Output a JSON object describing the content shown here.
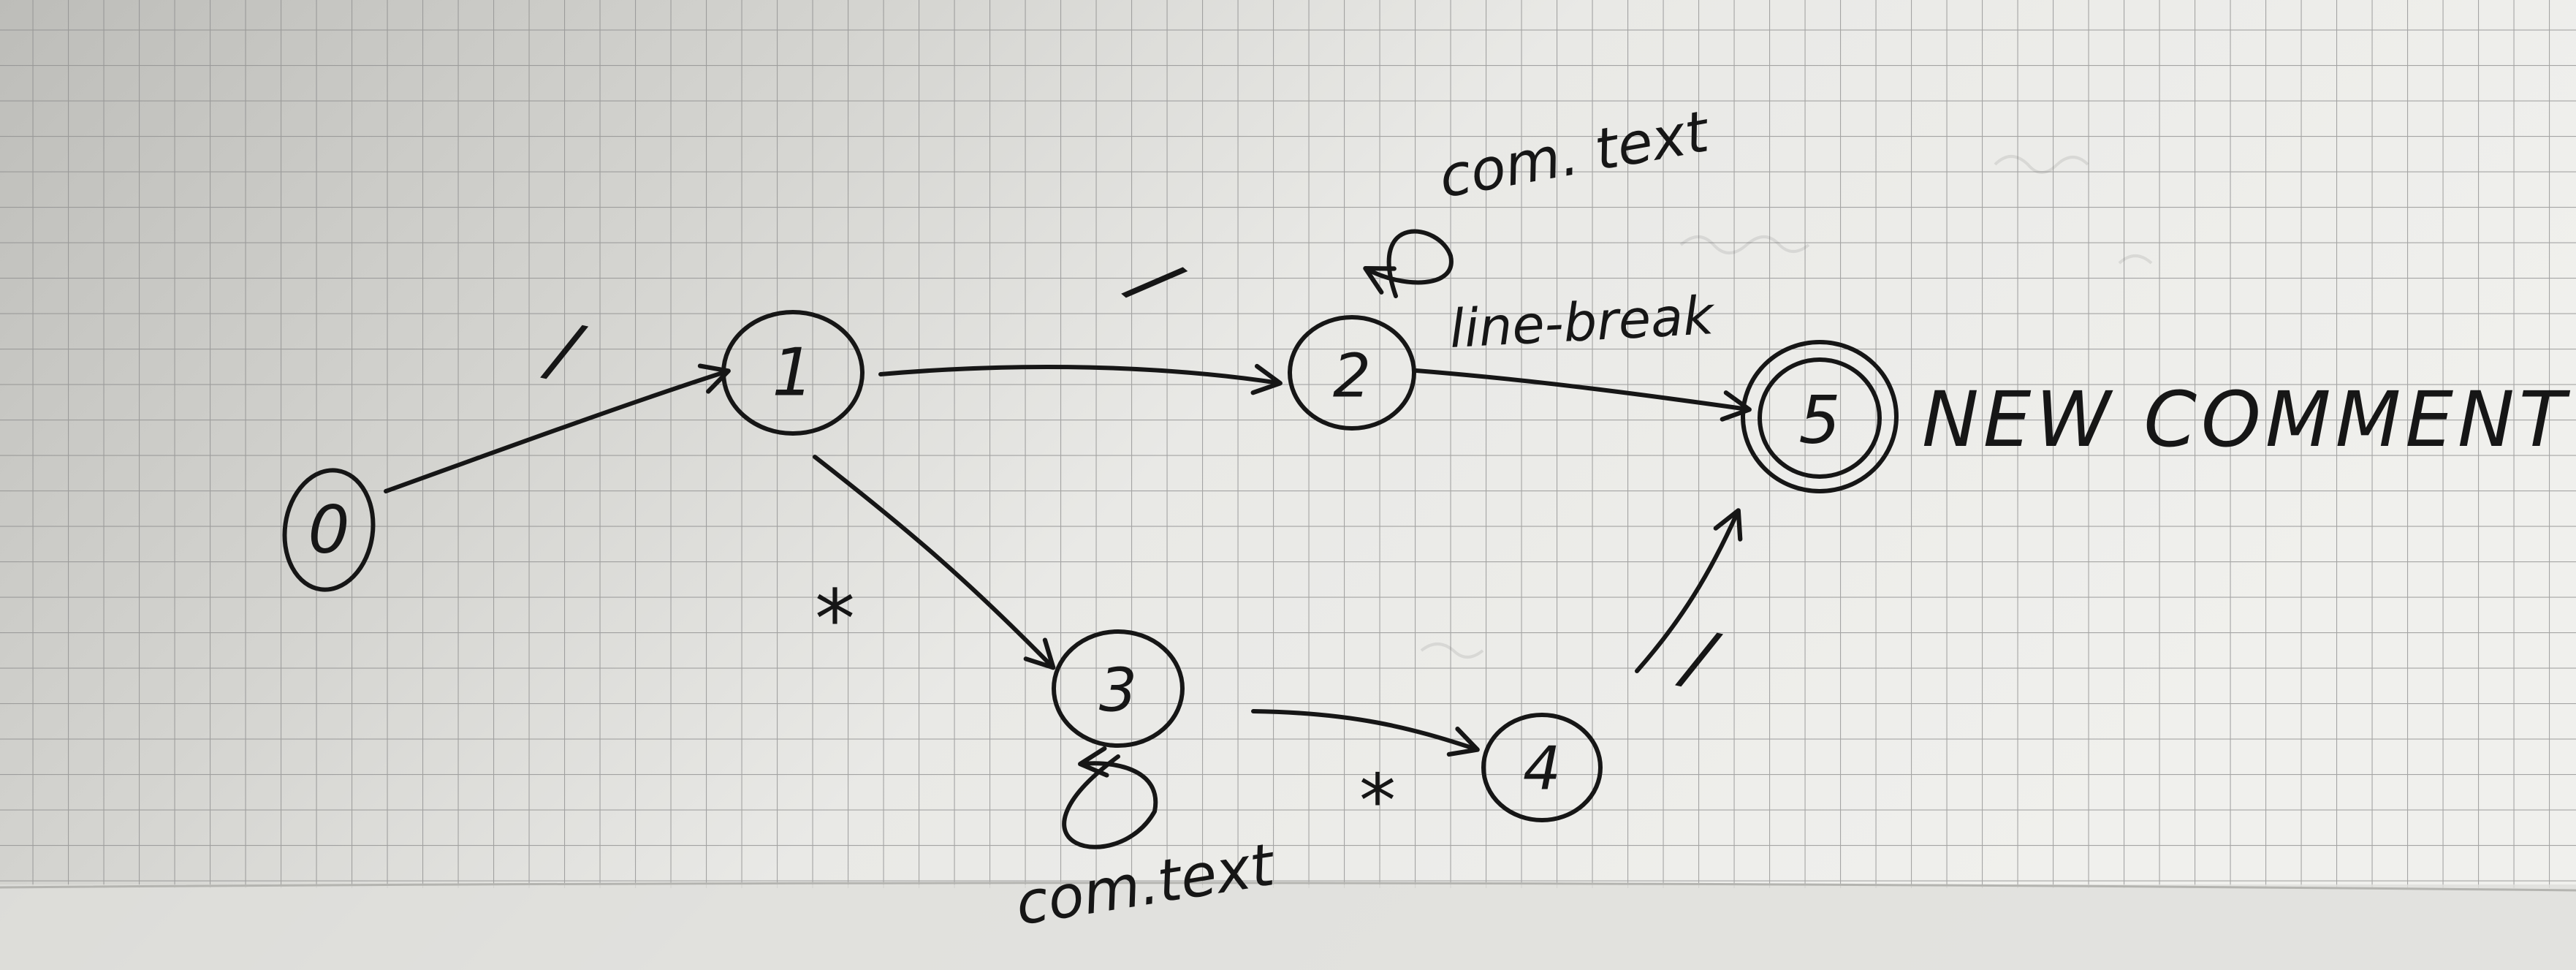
{
  "diagram": {
    "type": "state-machine",
    "states": [
      {
        "id": "s0",
        "label": "0",
        "accepting": false
      },
      {
        "id": "s1",
        "label": "1",
        "accepting": false
      },
      {
        "id": "s2",
        "label": "2",
        "accepting": false
      },
      {
        "id": "s3",
        "label": "3",
        "accepting": false
      },
      {
        "id": "s4",
        "label": "4",
        "accepting": false
      },
      {
        "id": "s5",
        "label": "5",
        "accepting": true
      }
    ],
    "transitions": [
      {
        "from": "0",
        "to": "1",
        "label": "/"
      },
      {
        "from": "1",
        "to": "2",
        "label": "/"
      },
      {
        "from": "1",
        "to": "3",
        "label": "*"
      },
      {
        "from": "2",
        "to": "2",
        "label": "com. text"
      },
      {
        "from": "2",
        "to": "5",
        "label": "line-break"
      },
      {
        "from": "3",
        "to": "3",
        "label": "com.text"
      },
      {
        "from": "3",
        "to": "4",
        "label": "*"
      },
      {
        "from": "4",
        "to": "5",
        "label": "/"
      }
    ],
    "annotation": "NEW COMMENT"
  },
  "colors": {
    "ink": "#161616",
    "grid": "#8c8c8c"
  }
}
